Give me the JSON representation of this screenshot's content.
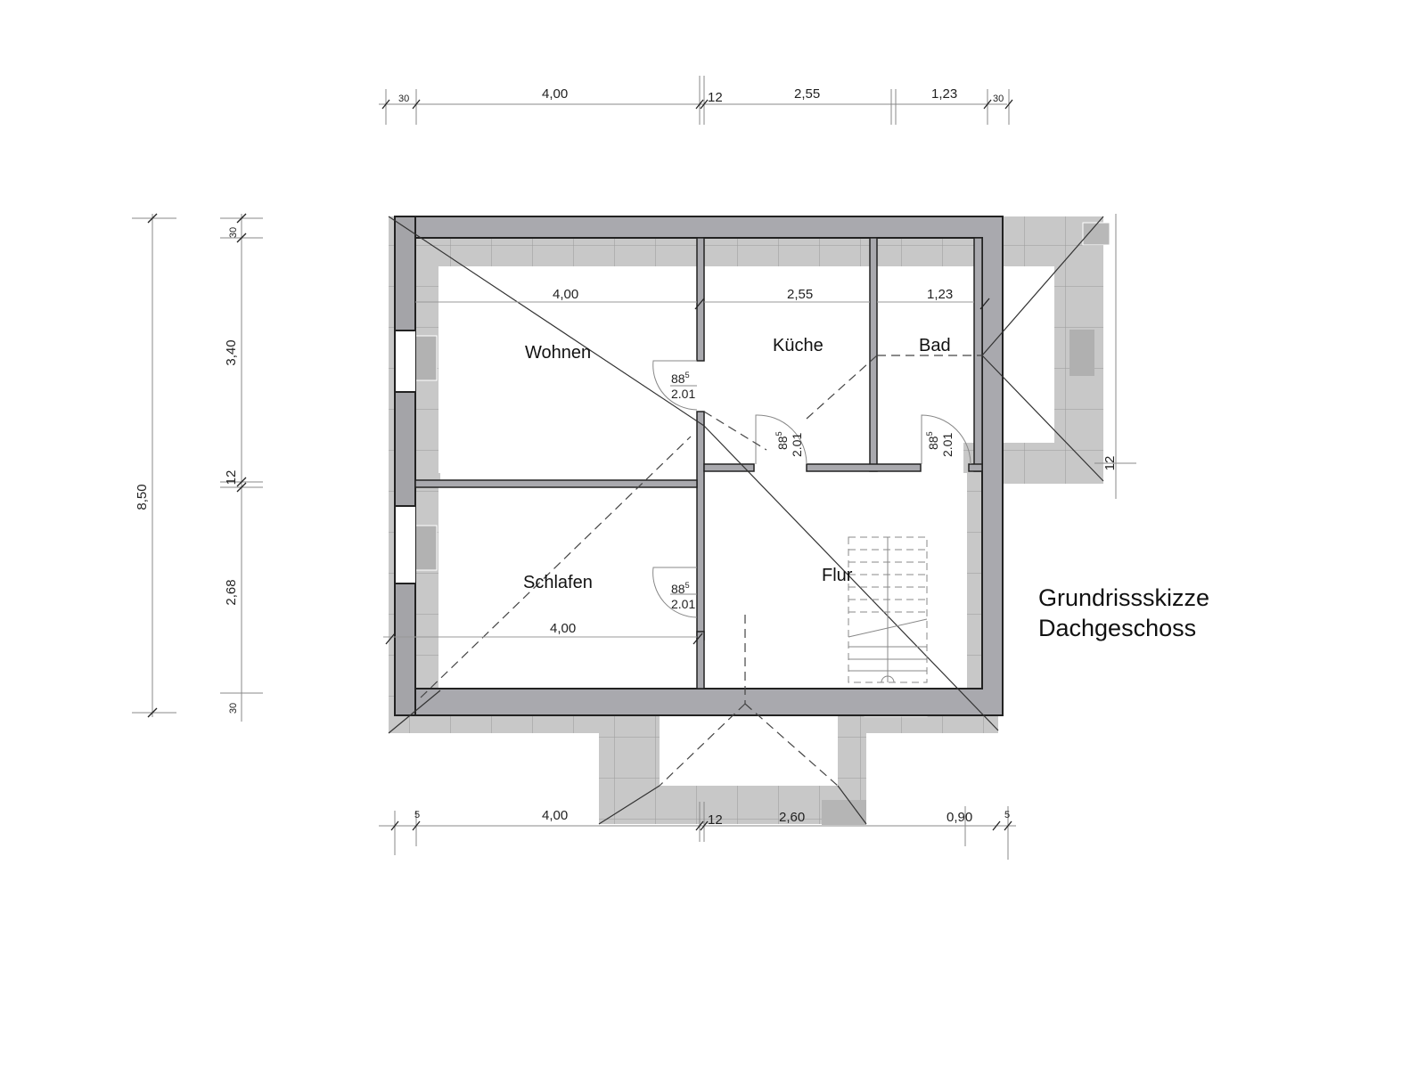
{
  "drawing": {
    "title_line1": "Grundrissskizze",
    "title_line2": "Dachgeschoss"
  },
  "rooms": {
    "wohnen": "Wohnen",
    "kueche": "Küche",
    "bad": "Bad",
    "schlafen": "Schlafen",
    "flur": "Flur"
  },
  "dimensions": {
    "top": [
      "30",
      "4,00",
      "12",
      "2,55",
      "1,23",
      "30"
    ],
    "bottom": [
      "5",
      "4,00",
      "12",
      "2,60",
      "0,90",
      "5"
    ],
    "left_outer": "8,50",
    "left_inner": [
      "30",
      "3,40",
      "12",
      "2,68",
      "30"
    ],
    "right_small": "12",
    "interior": {
      "wohnen_width": "4,00",
      "kueche_width": "2,55",
      "bad_width": "1,23",
      "schlafen_width": "4,00"
    }
  },
  "doors": [
    {
      "room": "wohnen",
      "width": "88",
      "width_sup": "5",
      "height": "2.01"
    },
    {
      "room": "kueche",
      "width": "88",
      "width_sup": "5",
      "height": "2.01"
    },
    {
      "room": "bad",
      "width": "88",
      "width_sup": "5",
      "height": "2.01"
    },
    {
      "room": "schlafen",
      "width": "88",
      "width_sup": "5",
      "height": "2.01"
    }
  ],
  "colors": {
    "wall_fill": "#a9a9ae",
    "roof_fill": "#c8c8c8",
    "roof_dark": "#a4a4a8",
    "line": "#222222"
  }
}
